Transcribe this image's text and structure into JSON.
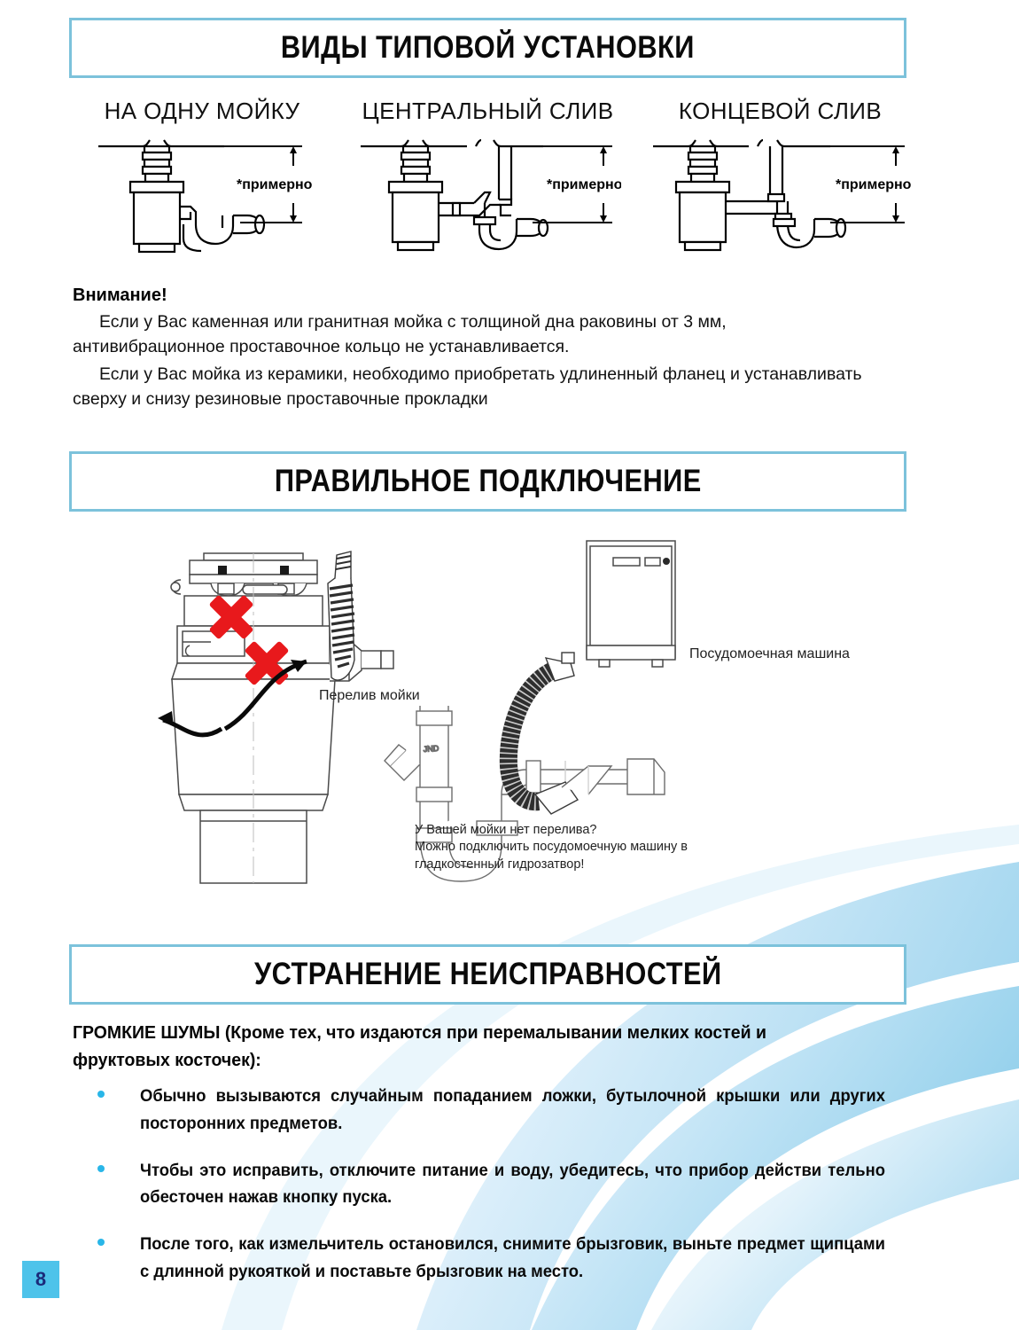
{
  "page": {
    "number": "8"
  },
  "banners": {
    "installation_types": "ВИДЫ ТИПОВОЙ УСТАНОВКИ",
    "correct_connection": "ПРАВИЛЬНОЕ ПОДКЛЮЧЕНИЕ",
    "troubleshooting": "УСТРАНЕНИЕ  НЕИСПРАВНОСТЕЙ"
  },
  "installation": {
    "items": [
      {
        "title": "НА ОДНУ МОЙКУ",
        "dimension_label": "*примерно"
      },
      {
        "title": "ЦЕНТРАЛЬНЫЙ СЛИВ",
        "dimension_label": "*примерно"
      },
      {
        "title": "КОНЦЕВОЙ СЛИВ",
        "dimension_label": "*примерно"
      }
    ]
  },
  "attention": {
    "title": "Внимание!",
    "paragraphs": [
      "Если у Вас каменная или гранитная мойка с толщиной дна раковины от 3 мм, антивибрационное проставочное кольцо не устанавливается.",
      "Если у Вас мойка из керамики, необходимо приобретать удлиненный фланец и устанавливать сверху и снизу резиновые проставочные прокладки"
    ]
  },
  "connection": {
    "overflow_label": "Перелив мойки",
    "dishwasher_label": "Посудомоечная машина",
    "siphon_note": "У Вашей мойки нет перелива?\nМожно подключить посудомоечную машину в\nгладкостенный гидрозатвор!"
  },
  "troubleshooting": {
    "heading": "ГРОМКИЕ ШУМЫ (Кроме тех, что издаются при перемалывании  мелких костей и фруктовых косточек):",
    "bullets": [
      "Обычно  вызываются  случайным  попаданием  ложки,  бутылочной   крышки  или  других посторонних   предметов.",
      "Чтобы  это  исправить,  отключите   питание  и воду, убедитесь,  что прибор  действи тельно  обесточен  нажав кнопку пуска.",
      "После того,  как измельчитель   остановился,  снимите  брызговик,  выньте  предмет щипцами  с длинной  рукояткой и  поставьте  брызговик  на место."
    ]
  },
  "colors": {
    "accent_border": "#7cc2db",
    "page_badge_bg": "#4ec3ea",
    "page_badge_text": "#1b2a7a",
    "bullet_dot": "#29b6e8",
    "swoosh_light": "#cfe9f7",
    "swoosh_mid": "#a8d9ef",
    "cross_red": "#e8191c"
  }
}
